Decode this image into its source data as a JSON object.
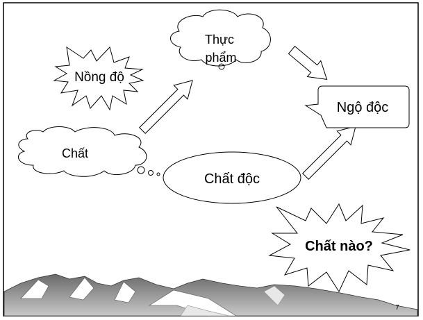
{
  "slide": {
    "page_number": "7"
  },
  "diagram": {
    "nodes": {
      "thuc_pham_line1": "Thực",
      "thuc_pham_line2": "phẩm",
      "nong_do": "Nồng độ",
      "ngo_doc": "Ngộ độc",
      "chat": "Chất",
      "chat_doc": "Chất độc",
      "chat_nao": "Chất nào?"
    }
  }
}
